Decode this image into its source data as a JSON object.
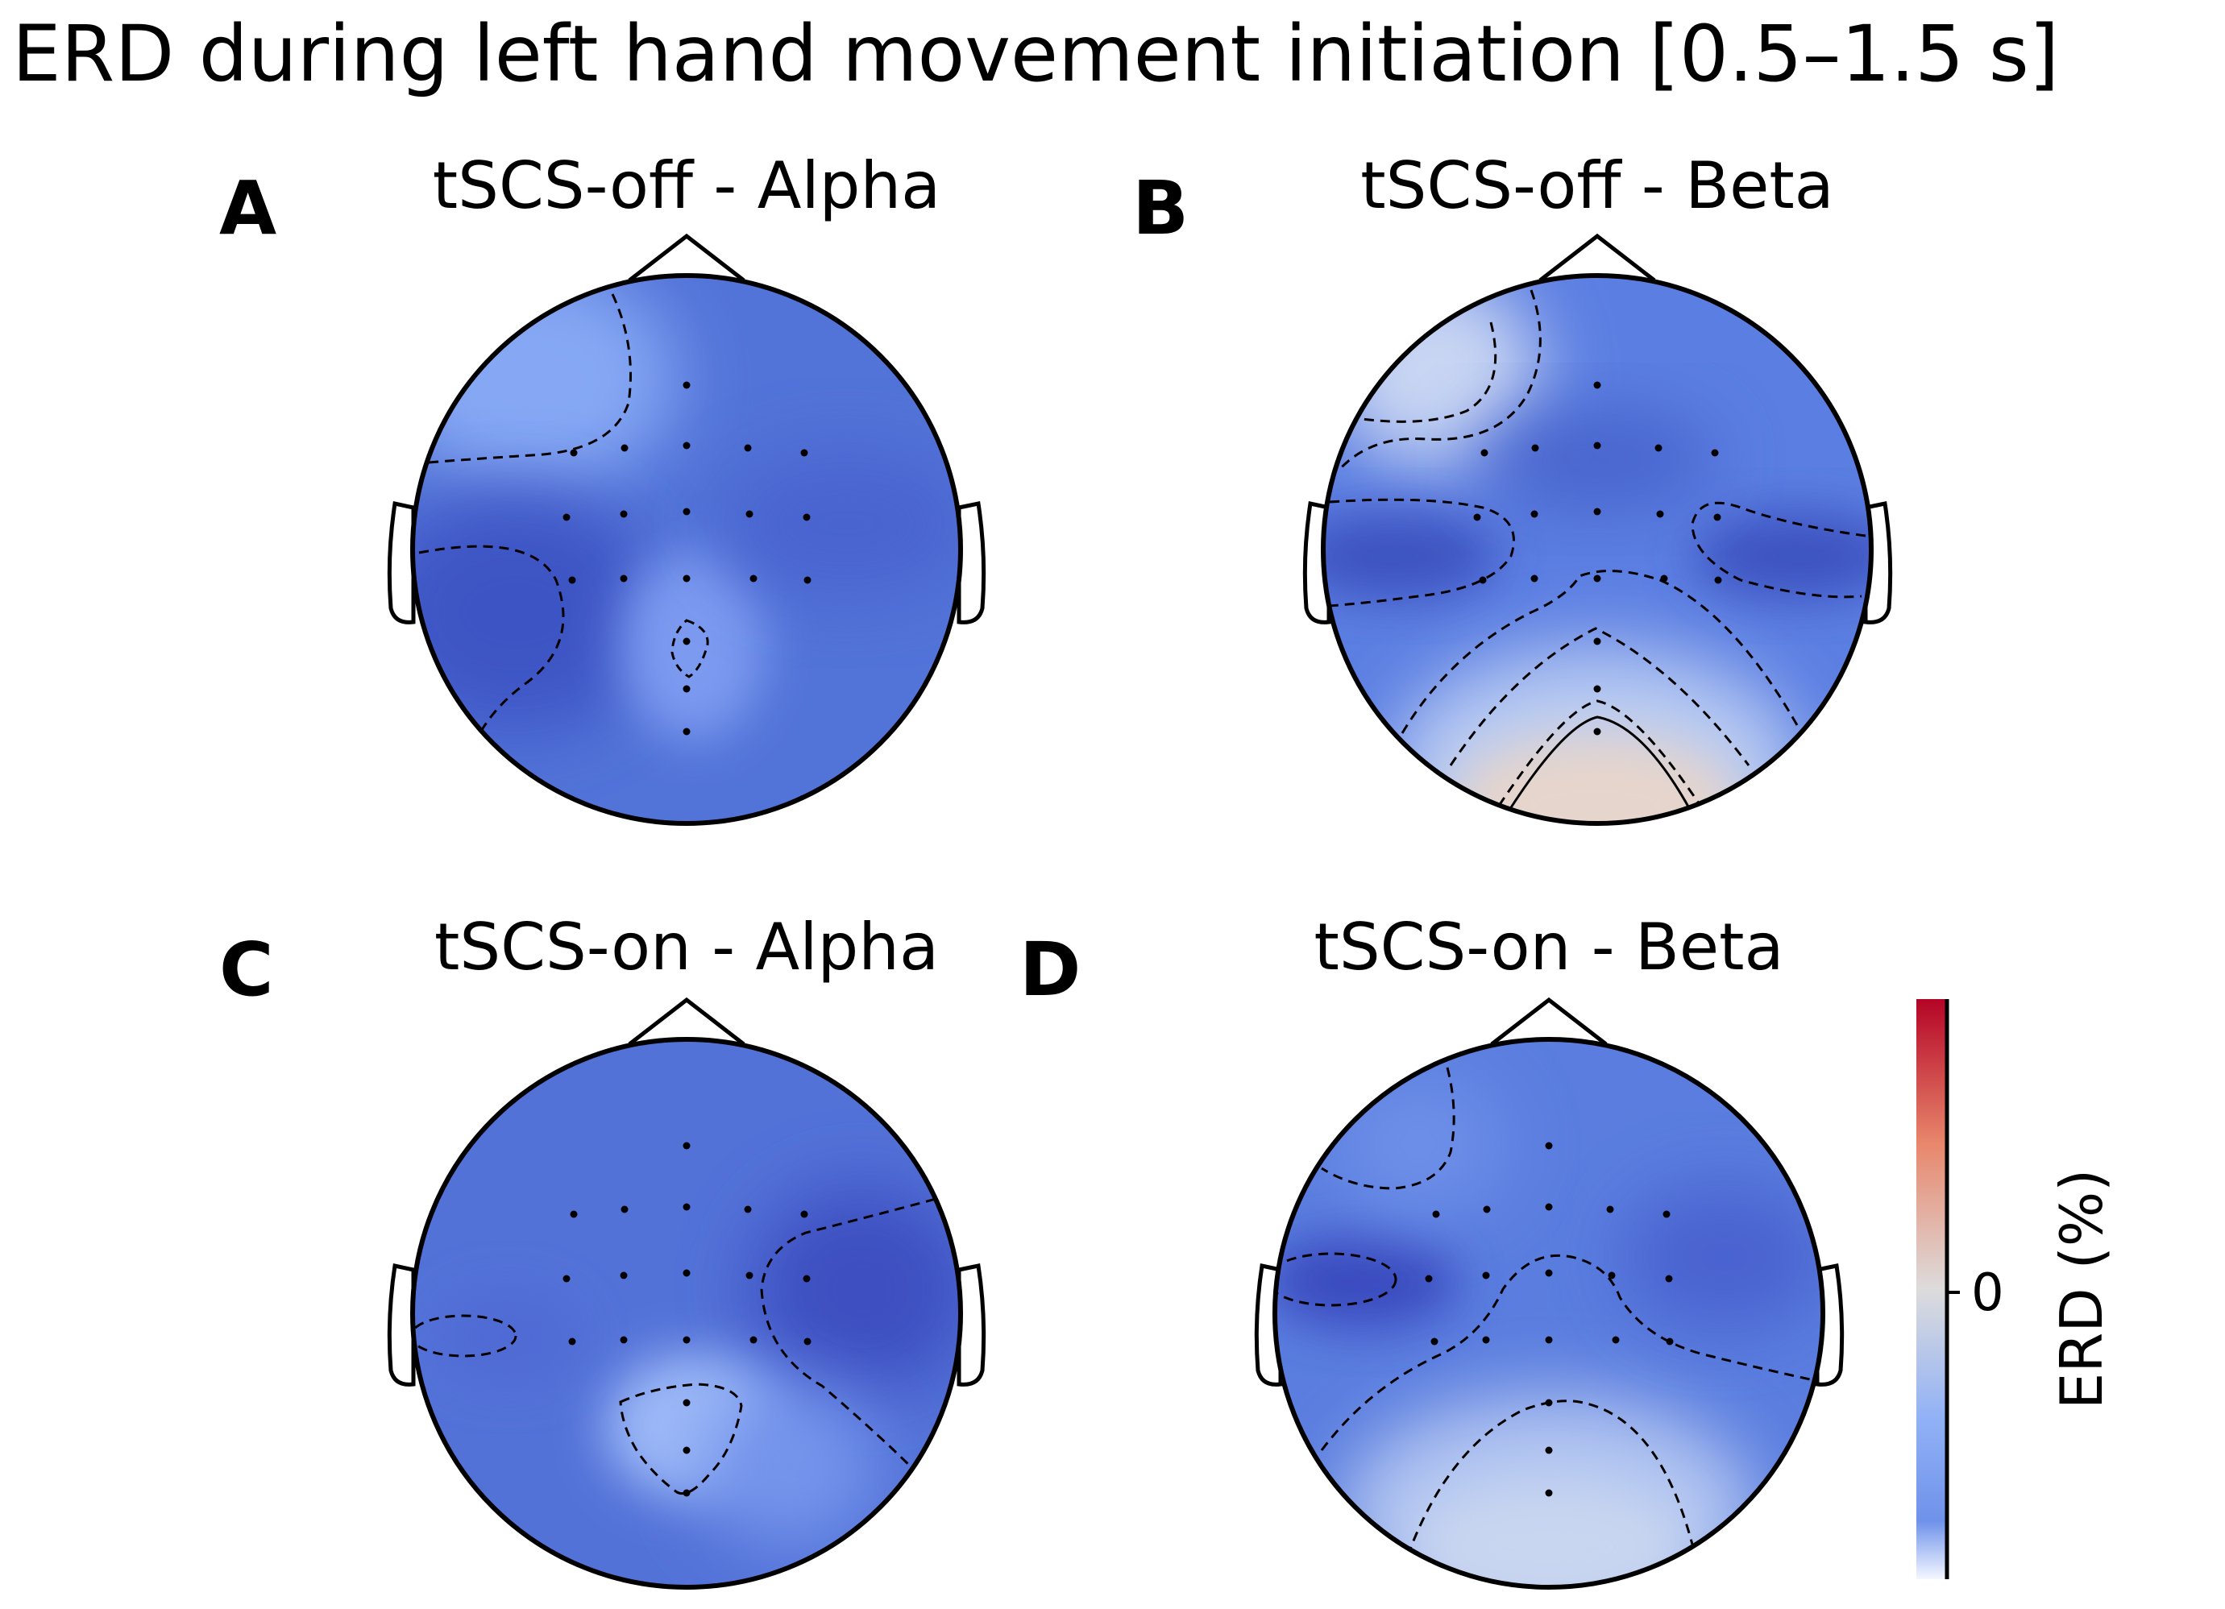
{
  "figure": {
    "title": "ERD during left hand movement initiation [0.5–1.5 s]"
  },
  "chart_data": [
    {
      "type": "heatmap",
      "panel": "A",
      "title": "tSCS-off - Alpha",
      "colormap": "coolwarm",
      "base_color": "#5273d8",
      "regions": [
        {
          "label": "frontal-left",
          "color": "#86a8f4"
        },
        {
          "label": "left-central",
          "color": "#3e54c4"
        },
        {
          "label": "midline-posterior",
          "color": "#7b9af0"
        }
      ]
    },
    {
      "type": "heatmap",
      "panel": "B",
      "title": "tSCS-off - Beta",
      "colormap": "coolwarm",
      "base_color": "#5b7ee2",
      "regions": [
        {
          "label": "frontal-left",
          "color": "#c9d6f3"
        },
        {
          "label": "left-temporal",
          "color": "#3e52c0"
        },
        {
          "label": "right-temporal",
          "color": "#3e52c0"
        },
        {
          "label": "occipital",
          "color": "#e6d5cc"
        }
      ]
    },
    {
      "type": "heatmap",
      "panel": "C",
      "title": "tSCS-on - Alpha",
      "colormap": "coolwarm",
      "base_color": "#5372d8",
      "regions": [
        {
          "label": "right-central",
          "color": "#3d4fc1"
        },
        {
          "label": "midline-posterior",
          "color": "#9db9f7"
        }
      ]
    },
    {
      "type": "heatmap",
      "panel": "D",
      "title": "tSCS-on - Beta",
      "colormap": "coolwarm",
      "base_color": "#5a7ddf",
      "regions": [
        {
          "label": "left-temporal",
          "color": "#3b4cbf"
        },
        {
          "label": "occipital",
          "color": "#c9d6f0"
        }
      ]
    }
  ],
  "colorbar": {
    "label": "ERD (%)",
    "tick_label": "0",
    "colors": [
      "#b40426",
      "#e8876c",
      "#dddcdc",
      "#7ea1f2",
      "#f4f7ff"
    ]
  }
}
